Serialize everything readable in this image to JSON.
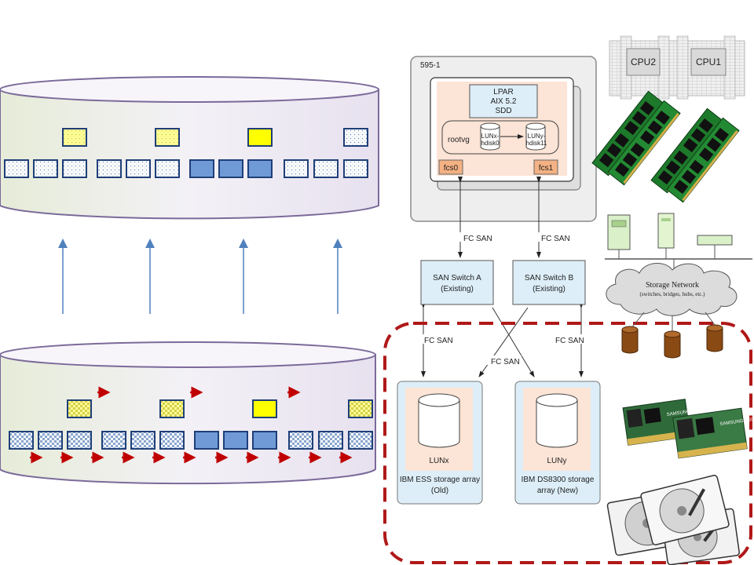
{
  "server": {
    "name": "595-1",
    "lpar_line1": "LPAR",
    "lpar_line2": "AIX 5.2",
    "lpar_line3": "SDD",
    "rootvg": "rootvg",
    "lun_x_line1": "LUNx-",
    "lun_x_line2": "hdisk0",
    "lun_y_line1": "LUNy-",
    "lun_y_line2": "hdisk11",
    "fcs0": "fcs0",
    "fcs1": "fcs1"
  },
  "links": {
    "fc_san_upper_a": "FC SAN",
    "fc_san_upper_b": "FC SAN",
    "fc_san_lower_a": "FC SAN",
    "fc_san_lower_b": "FC SAN",
    "fc_san_cross": "FC SAN"
  },
  "switches": {
    "a_line1": "SAN Switch A",
    "a_line2": "(Existing)",
    "b_line1": "SAN Switch B",
    "b_line2": "(Existing)"
  },
  "storage": {
    "old_lun": "LUNx",
    "old_line1": "IBM ESS storage array",
    "old_line2": "(Old)",
    "new_lun": "LUNy",
    "new_line1": "IBM DS8300 storage",
    "new_line2": "array (New)"
  },
  "hardware": {
    "cpu2": "CPU2",
    "cpu1": "CPU1",
    "network_line1": "Storage Network",
    "network_line2": "(switches, bridges, hubs, etc.)",
    "ssd_brand": "SAMSUNG SSD"
  },
  "colors": {
    "dashed_outline": "#b01818",
    "red_arrow": "#c00000",
    "blue_arrow": "#4f81bd",
    "block_blue": "#6f9ad6",
    "block_yellow": "#ffff00",
    "lpar_fill": "#fce4d6",
    "switch_fill": "#ddeef8"
  }
}
